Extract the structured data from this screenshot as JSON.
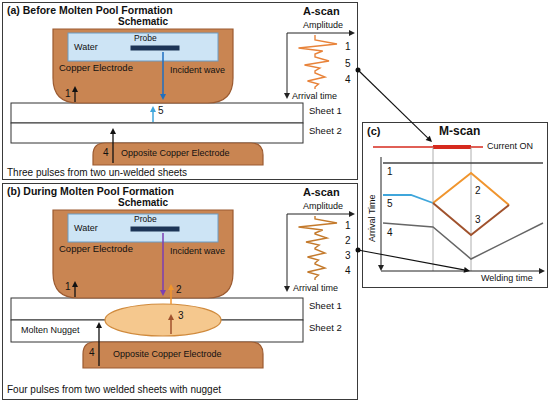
{
  "diagram": {
    "nodes": [
      {
        "text": [
          "(a) Before Molten Pool Formation",
          "Three pulses from two un-welded sheets"
        ]
      },
      {
        "text": [
          "Copper Electrode"
        ],
        "in": 0
      },
      {
        "text": [
          "Water"
        ],
        "in": 1
      },
      {
        "text": [
          "Opposite Copper Electrode"
        ],
        "in": 0
      },
      {
        "text": [
          "(b) During Molten Pool Formation",
          "Four pulses from two welded sheets with nugget"
        ]
      },
      {
        "text": [
          "Copper Electrode"
        ],
        "in": 4
      },
      {
        "text": [
          "Water"
        ],
        "in": 5
      },
      {
        "text": [
          "3"
        ],
        "in": 4
      },
      {
        "text": [
          "Opposite Copper Electrode"
        ],
        "in": 4
      },
      {
        "text": [
          "(c)",
          "M-scan"
        ]
      }
    ],
    "labels": [
      "Schematic",
      "Probe",
      "Incident wave",
      "1",
      "5",
      "4",
      "Sheet 1",
      "Sheet 2",
      "A-scan",
      "Amplitude",
      "Arrival time",
      "1",
      "5",
      "4",
      "Schematic",
      "Probe",
      "Incident wave",
      "1",
      "2",
      "4",
      "Sheet 1",
      "Sheet 2",
      "Molten Nugget",
      "A-scan",
      "Amplitude",
      "Arrival time",
      "1",
      "2",
      "3",
      "4",
      "Current ON",
      "Arrival Time",
      "Welding time",
      "1",
      "5",
      "2",
      "3",
      "4"
    ]
  }
}
